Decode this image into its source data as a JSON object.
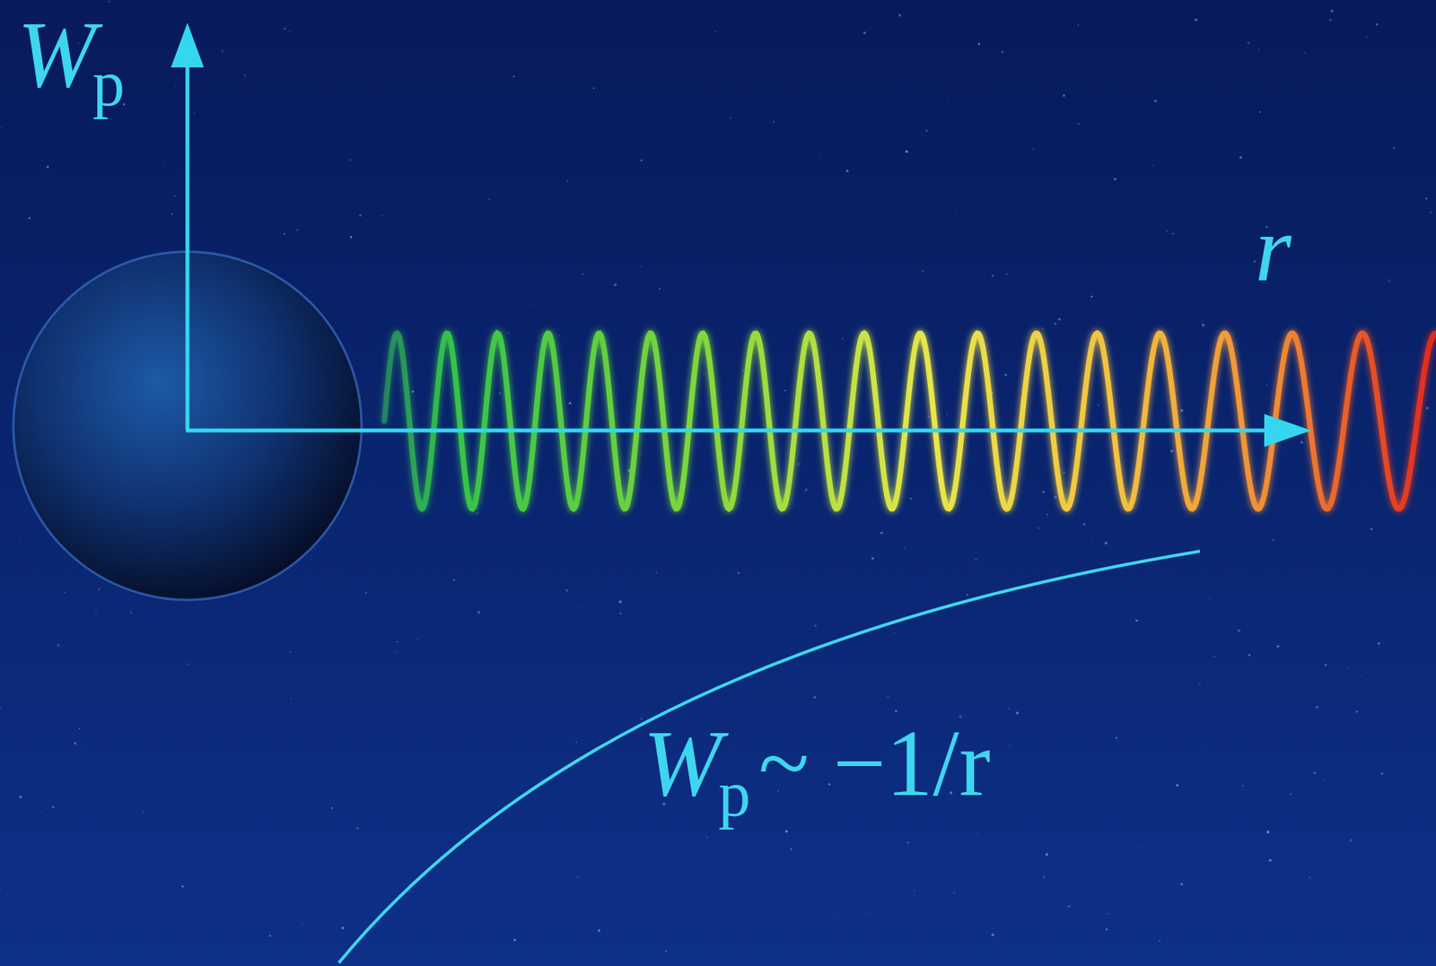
{
  "diagram": {
    "labels": [
      "W",
      "p",
      "r",
      "W",
      "p",
      "~ −1/r"
    ]
  }
}
